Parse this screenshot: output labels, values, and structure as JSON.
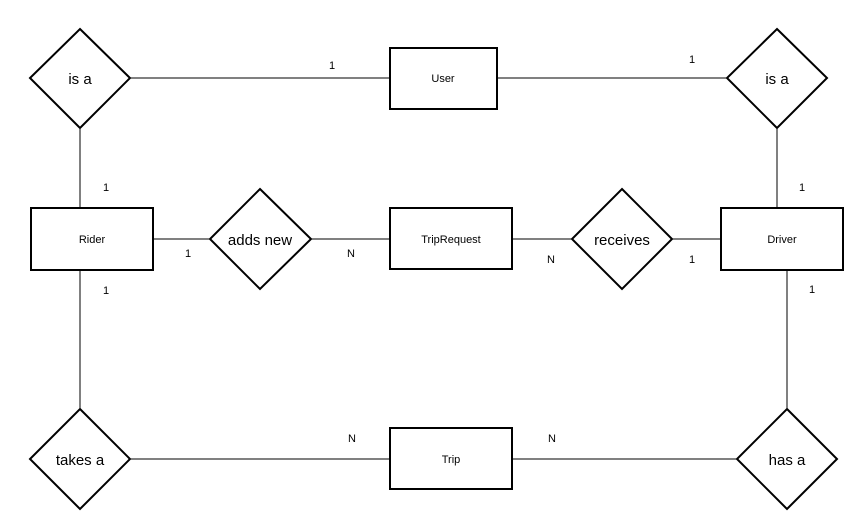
{
  "entities": {
    "user": "User",
    "rider": "Rider",
    "trip_request": "TripRequest",
    "driver": "Driver",
    "trip": "Trip"
  },
  "relationships": {
    "rider_is_a": "is a",
    "driver_is_a": "is a",
    "adds_new": "adds new",
    "receives": "receives",
    "takes_a": "takes a",
    "has_a": "has a"
  },
  "cardinalities": {
    "user_left": "1",
    "user_right": "1",
    "rider_top": "1",
    "driver_top": "1",
    "rider_adds": "1",
    "request_adds": "N",
    "request_receives": "N",
    "driver_receives": "1",
    "rider_bottom": "1",
    "driver_bottom": "1",
    "trip_left": "N",
    "trip_right": "N"
  }
}
